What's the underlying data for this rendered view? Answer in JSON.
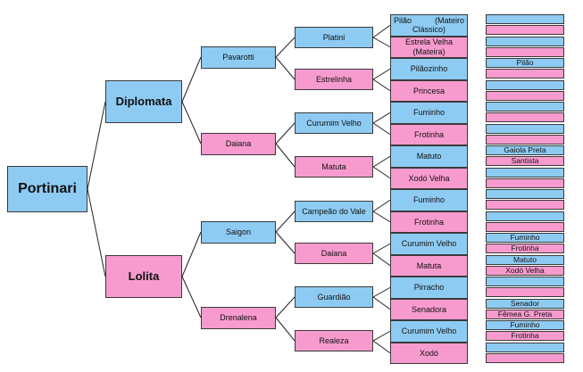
{
  "root": {
    "name": "Portinari",
    "color": "blue"
  },
  "parents": [
    {
      "name": "Diplomata",
      "color": "blue"
    },
    {
      "name": "Lolita",
      "color": "pink"
    }
  ],
  "grandparents": [
    {
      "name": "Pavarotti",
      "color": "blue"
    },
    {
      "name": "Daiana",
      "color": "pink"
    },
    {
      "name": "Saigon",
      "color": "blue"
    },
    {
      "name": "Drenalena",
      "color": "pink"
    }
  ],
  "great_grandparents": [
    {
      "name": "Platini",
      "color": "blue"
    },
    {
      "name": "Estrelinha",
      "color": "pink"
    },
    {
      "name": "Curumim Velho",
      "color": "blue"
    },
    {
      "name": "Matuta",
      "color": "pink"
    },
    {
      "name": "Campeão do Vale",
      "color": "blue"
    },
    {
      "name": "Daiana",
      "color": "pink"
    },
    {
      "name": "Guardião",
      "color": "blue"
    },
    {
      "name": "Realeza",
      "color": "pink"
    }
  ],
  "gen4": [
    {
      "name": "Pilão",
      "extra": "(Mateiro",
      "line2": "Clássico)",
      "color": "blue"
    },
    {
      "name": "Estrela Velha",
      "line2": "(Mateira)",
      "color": "pink"
    },
    {
      "name": "Pilãozinho",
      "color": "blue"
    },
    {
      "name": "Princesa",
      "color": "pink"
    },
    {
      "name": "Fuminho",
      "color": "blue"
    },
    {
      "name": "Frotinha",
      "color": "pink"
    },
    {
      "name": "Matuto",
      "color": "blue"
    },
    {
      "name": "Xodó Velha",
      "color": "pink"
    },
    {
      "name": "Fuminho",
      "color": "blue"
    },
    {
      "name": "Frotinha",
      "color": "pink"
    },
    {
      "name": "Curumim Velho",
      "color": "blue"
    },
    {
      "name": "Matuta",
      "color": "pink"
    },
    {
      "name": "Pirracho",
      "color": "blue"
    },
    {
      "name": "Senadora",
      "color": "pink"
    },
    {
      "name": "Curumim Velho",
      "color": "blue"
    },
    {
      "name": "Xodó",
      "color": "pink"
    }
  ],
  "gen5": [
    {
      "name": "",
      "color": "blue"
    },
    {
      "name": "",
      "color": "pink"
    },
    {
      "name": "",
      "color": "blue"
    },
    {
      "name": "",
      "color": "pink"
    },
    {
      "name": "Pilão",
      "color": "blue"
    },
    {
      "name": "",
      "color": "pink"
    },
    {
      "name": "",
      "color": "blue"
    },
    {
      "name": "",
      "color": "pink"
    },
    {
      "name": "",
      "color": "blue"
    },
    {
      "name": "",
      "color": "pink"
    },
    {
      "name": "",
      "color": "blue"
    },
    {
      "name": "",
      "color": "pink"
    },
    {
      "name": "Gaiola Preta",
      "color": "blue"
    },
    {
      "name": "Santista",
      "color": "pink"
    },
    {
      "name": "",
      "color": "blue"
    },
    {
      "name": "",
      "color": "pink"
    },
    {
      "name": "",
      "color": "blue"
    },
    {
      "name": "",
      "color": "pink"
    },
    {
      "name": "",
      "color": "blue"
    },
    {
      "name": "",
      "color": "pink"
    },
    {
      "name": "Fuminho",
      "color": "blue"
    },
    {
      "name": "Frotinha",
      "color": "pink"
    },
    {
      "name": "Matuto",
      "color": "blue"
    },
    {
      "name": "Xodó Velha",
      "color": "pink"
    },
    {
      "name": "",
      "color": "blue"
    },
    {
      "name": "",
      "color": "pink"
    },
    {
      "name": "Senador",
      "color": "blue"
    },
    {
      "name": "Fêmea G. Preta",
      "color": "pink"
    },
    {
      "name": "Fuminho",
      "color": "blue"
    },
    {
      "name": "Frotinha",
      "color": "pink"
    },
    {
      "name": "",
      "color": "blue"
    },
    {
      "name": "",
      "color": "pink"
    }
  ],
  "colors": {
    "male": "#8ecbf3",
    "female": "#f79bce",
    "line": "#222222"
  }
}
